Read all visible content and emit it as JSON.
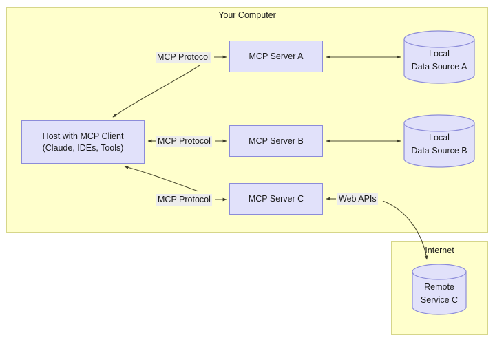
{
  "diagram": {
    "type": "architecture-flow",
    "background": "#ffffff",
    "palette": {
      "container_fill": "#ffffcc",
      "container_stroke": "#d6d68a",
      "node_fill": "#e1e1fa",
      "node_stroke": "#8c8cd9",
      "edge_stroke": "#4d4d33",
      "label_bg": "#ececec",
      "text": "#1a1a1a"
    },
    "containers": [
      {
        "id": "your-computer",
        "title": "Your Computer"
      },
      {
        "id": "internet",
        "title": "Internet"
      }
    ],
    "nodes": [
      {
        "id": "host",
        "shape": "rect",
        "lines": [
          "Host with MCP Client",
          "(Claude, IDEs, Tools)"
        ]
      },
      {
        "id": "server-a",
        "shape": "rect",
        "lines": [
          "MCP Server A"
        ]
      },
      {
        "id": "server-b",
        "shape": "rect",
        "lines": [
          "MCP Server B"
        ]
      },
      {
        "id": "server-c",
        "shape": "rect",
        "lines": [
          "MCP Server C"
        ]
      },
      {
        "id": "data-a",
        "shape": "cylinder",
        "lines": [
          "Local",
          "Data Source A"
        ]
      },
      {
        "id": "data-b",
        "shape": "cylinder",
        "lines": [
          "Local",
          "Data Source B"
        ]
      },
      {
        "id": "remote-c",
        "shape": "cylinder",
        "lines": [
          "Remote",
          "Service C"
        ]
      }
    ],
    "edges": [
      {
        "id": "host-to-server-a",
        "label": "MCP Protocol",
        "from": "host",
        "to": "server-a",
        "direction": "both",
        "style": "curved"
      },
      {
        "id": "server-a-to-data-a",
        "label": "",
        "from": "server-a",
        "to": "data-a",
        "direction": "both",
        "style": "straight"
      },
      {
        "id": "host-to-server-b",
        "label": "MCP Protocol",
        "from": "host",
        "to": "server-b",
        "direction": "both",
        "style": "straight"
      },
      {
        "id": "server-b-to-data-b",
        "label": "",
        "from": "server-b",
        "to": "data-b",
        "direction": "both",
        "style": "straight"
      },
      {
        "id": "host-to-server-c",
        "label": "MCP Protocol",
        "from": "host",
        "to": "server-c",
        "direction": "both",
        "style": "curved"
      },
      {
        "id": "server-c-to-remote-c",
        "label": "Web APIs",
        "from": "server-c",
        "to": "remote-c",
        "direction": "both",
        "style": "curved"
      }
    ],
    "labels": {
      "mcp_protocol_a": "MCP Protocol",
      "mcp_protocol_b": "MCP Protocol",
      "mcp_protocol_c": "MCP Protocol",
      "web_apis": "Web APIs"
    }
  }
}
